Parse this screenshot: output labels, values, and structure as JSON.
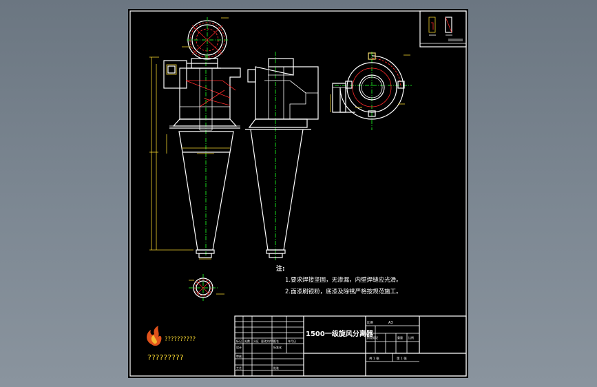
{
  "notes": {
    "heading": "注:",
    "items": [
      "1.要求焊接坚固，无渗漏，内壁焊缝应光滑。",
      "2.面漆刷银粉，底漆及除锈严格按规范施工。"
    ]
  },
  "title_block": {
    "drawing_title": "1500一级旋风分离器",
    "scale_label": "比例",
    "sheet_size": "A3",
    "stage_label": "阶段标记",
    "weight_label": "重量",
    "ratio_label": "比例",
    "sheet_count": "共 1 张",
    "sheet_index": "第 1 张",
    "marks_label": "标记",
    "count_label": "处数",
    "zone_label": "分区",
    "change_doc_label": "更改文件号",
    "signature_label": "签名",
    "date_label": "年月日",
    "design_label": "设计",
    "standardize_label": "标准化",
    "review_label": "审核",
    "process_label": "工艺",
    "approve_label": "批准"
  },
  "logo": {
    "caption_line1": "??????????",
    "caption_line2": "?????????"
  },
  "colors": {
    "background": "#7a8590",
    "sheet": "#000000",
    "outline": "#ffffff",
    "center_line": "#19d41d",
    "hidden_line": "#ff2a2a",
    "dimension_line": "#f2d22e",
    "flame_logo": "#e0521b"
  }
}
